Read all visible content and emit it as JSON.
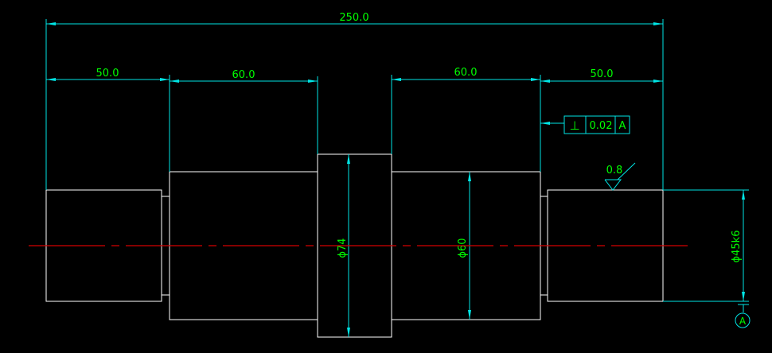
{
  "dimensions": {
    "overall_length": "250.0",
    "left_end_length": "50.0",
    "left_step_length": "60.0",
    "right_step_length": "60.0",
    "right_end_length": "50.0",
    "collar_diameter": "ϕ74",
    "step_diameter": "ϕ60",
    "journal_diameter": "ϕ45k6"
  },
  "tolerance_frame": {
    "symbol": "⊥",
    "value": "0.02",
    "datum": "A"
  },
  "surface_roughness": "0.8",
  "datum_label": "A",
  "colors": {
    "background": "#000000",
    "outline": "#ffffff",
    "dimension_lines": "#00e5e5",
    "dimension_text": "#00ff00",
    "centerline": "#d40000"
  }
}
